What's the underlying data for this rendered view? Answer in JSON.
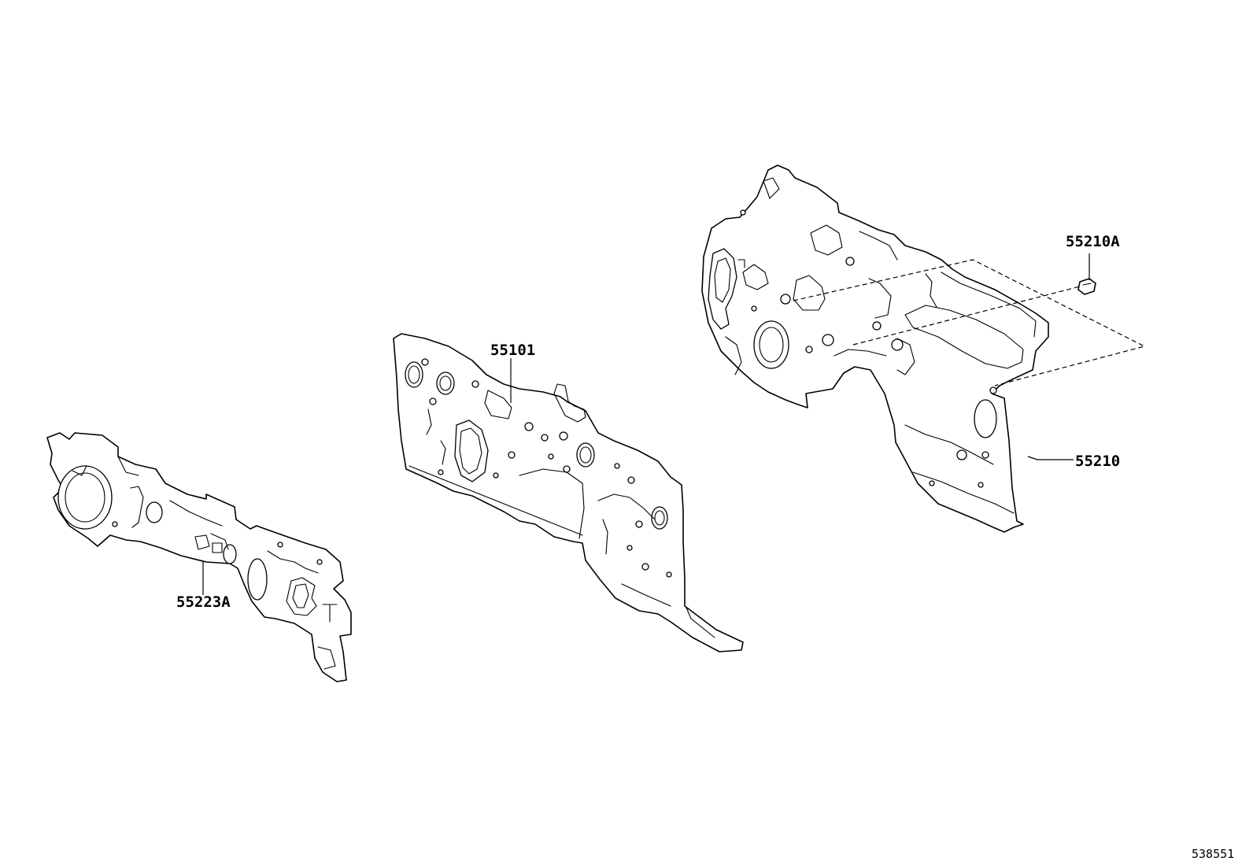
{
  "diagram": {
    "callouts": {
      "insulator_front": "55223A",
      "dash_panel": "55101",
      "clip": "55210A",
      "insulator_rear": "55210"
    },
    "reference_number": "538551"
  }
}
